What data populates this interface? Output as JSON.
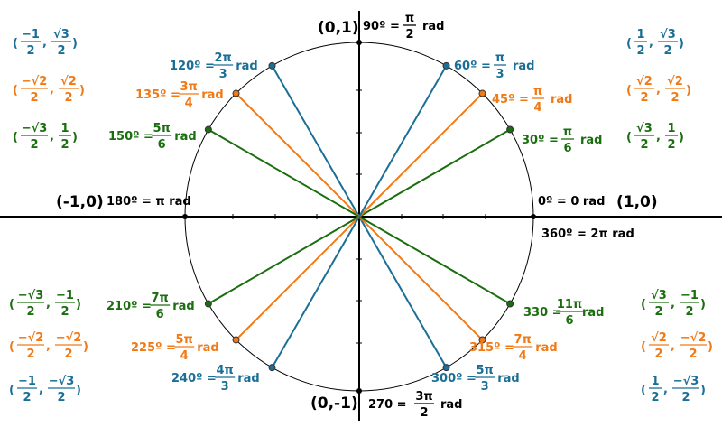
{
  "colors": {
    "blue": "#1b6e96",
    "orange": "#ef7a17",
    "green": "#1a6e0f",
    "black": "#000000"
  },
  "axis_points": {
    "top": "(0,1)",
    "bottom": "(0,-1)",
    "left": "(-1,0)",
    "right": "(1,0)"
  },
  "axis_labels": {
    "deg90": "90º =",
    "rad90_num": "π",
    "rad90_den": "2",
    "rad90_unit": "rad",
    "deg0": "0º = 0 rad",
    "deg360": "360º = 2π rad",
    "deg180": "180º = π rad",
    "deg270": "270 =",
    "rad270_num": "3π",
    "rad270_den": "2",
    "rad270_unit": "rad"
  },
  "angles": [
    {
      "deg": 30,
      "label": "30º =",
      "num": "π",
      "den": "6",
      "unit": "rad",
      "color": "green"
    },
    {
      "deg": 45,
      "label": "45º =",
      "num": "π",
      "den": "4",
      "unit": "rad",
      "color": "orange"
    },
    {
      "deg": 60,
      "label": "60º =",
      "num": "π",
      "den": "3",
      "unit": "rad",
      "color": "blue"
    },
    {
      "deg": 120,
      "label": "120º =",
      "num": "2π",
      "den": "3",
      "unit": "rad",
      "color": "blue"
    },
    {
      "deg": 135,
      "label": "135º =",
      "num": "3π",
      "den": "4",
      "unit": "rad",
      "color": "orange"
    },
    {
      "deg": 150,
      "label": "150º =",
      "num": "5π",
      "den": "6",
      "unit": "rad",
      "color": "green"
    },
    {
      "deg": 210,
      "label": "210º =",
      "num": "7π",
      "den": "6",
      "unit": "rad",
      "color": "green"
    },
    {
      "deg": 225,
      "label": "225º =",
      "num": "5π",
      "den": "4",
      "unit": "rad",
      "color": "orange"
    },
    {
      "deg": 240,
      "label": "240º =",
      "num": "4π",
      "den": "3",
      "unit": "rad",
      "color": "blue"
    },
    {
      "deg": 300,
      "label": "300º =",
      "num": "5π",
      "den": "3",
      "unit": "rad",
      "color": "blue"
    },
    {
      "deg": 315,
      "label": "315º =",
      "num": "7π",
      "den": "4",
      "unit": "rad",
      "color": "orange"
    },
    {
      "deg": 330,
      "label": "330 =",
      "num": "11π",
      "den": "6",
      "unit": "rad",
      "color": "green"
    }
  ],
  "coordinates": {
    "top_left": [
      {
        "xn": "−1",
        "xd": "2",
        "yn": "√3",
        "yd": "2",
        "color": "blue"
      },
      {
        "xn": "−√2",
        "xd": "2",
        "yn": "√2",
        "yd": "2",
        "color": "orange"
      },
      {
        "xn": "−√3",
        "xd": "2",
        "yn": "1",
        "yd": "2",
        "color": "green"
      }
    ],
    "top_right": [
      {
        "xn": "1",
        "xd": "2",
        "yn": "√3",
        "yd": "2",
        "color": "blue"
      },
      {
        "xn": "√2",
        "xd": "2",
        "yn": "√2",
        "yd": "2",
        "color": "orange"
      },
      {
        "xn": "√3",
        "xd": "2",
        "yn": "1",
        "yd": "2",
        "color": "green"
      }
    ],
    "bottom_left": [
      {
        "xn": "−√3",
        "xd": "2",
        "yn": "−1",
        "yd": "2",
        "color": "green"
      },
      {
        "xn": "−√2",
        "xd": "2",
        "yn": "−√2",
        "yd": "2",
        "color": "orange"
      },
      {
        "xn": "−1",
        "xd": "2",
        "yn": "−√3",
        "yd": "2",
        "color": "blue"
      }
    ],
    "bottom_right": [
      {
        "xn": "√3",
        "xd": "2",
        "yn": "−1",
        "yd": "2",
        "color": "green"
      },
      {
        "xn": "√2",
        "xd": "2",
        "yn": "−√2",
        "yd": "2",
        "color": "orange"
      },
      {
        "xn": "1",
        "xd": "2",
        "yn": "−√3",
        "yd": "2",
        "color": "blue"
      }
    ]
  }
}
